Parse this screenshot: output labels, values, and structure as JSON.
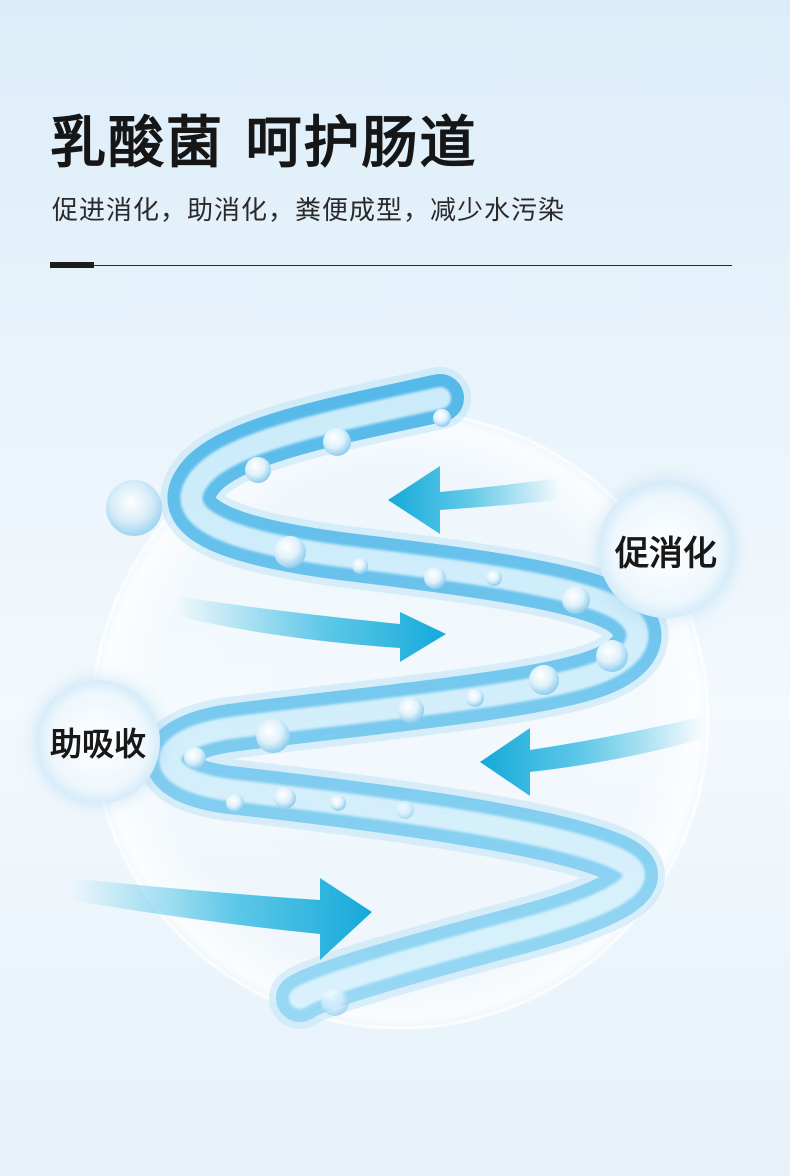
{
  "header": {
    "title": "乳酸菌 呵护肠道",
    "subtitle": "促进消化，助消化，粪便成型，减少水污染"
  },
  "badges": {
    "digest": "促消化",
    "absorb": "助吸收"
  },
  "icons": [
    "intestine-tube-icon",
    "arrow-left-icon",
    "arrow-right-icon",
    "bubble-icon",
    "sphere-icon"
  ],
  "colors": {
    "accent": "#1fb3de",
    "tube": "#6cc6ee",
    "title": "#161616",
    "background": "#e8f3fb"
  }
}
